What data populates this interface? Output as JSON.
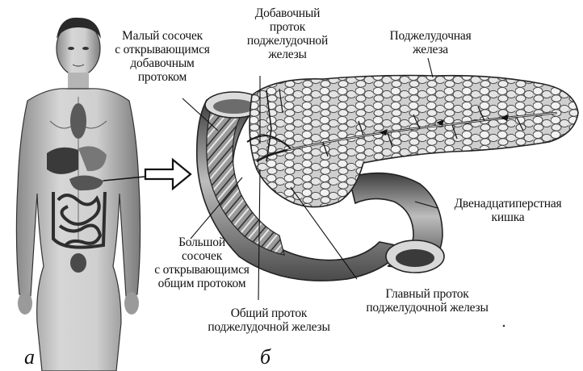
{
  "labels": {
    "accessory_duct": [
      "Добавочный",
      "проток",
      "поджелудочной",
      "железы"
    ],
    "minor_papilla": [
      "Малый сосочек",
      "с открывающимся",
      "добавочным",
      "протоком"
    ],
    "pancreas": [
      "Поджелудочная",
      "железа"
    ],
    "duodenum": [
      "Двенадцатиперстная",
      "кишка"
    ],
    "major_papilla": [
      "Большой",
      "сосочек",
      "с открывающимся",
      "общим протоком"
    ],
    "main_duct": [
      "Главный проток",
      "поджелудочной железы"
    ],
    "common_duct": [
      "Общий проток",
      "поджелудочной железы"
    ]
  },
  "panels": {
    "a": "а",
    "b": "б"
  },
  "colors": {
    "ink": "#111111",
    "mid": "#6e6e6e",
    "light": "#d9d9d9"
  }
}
